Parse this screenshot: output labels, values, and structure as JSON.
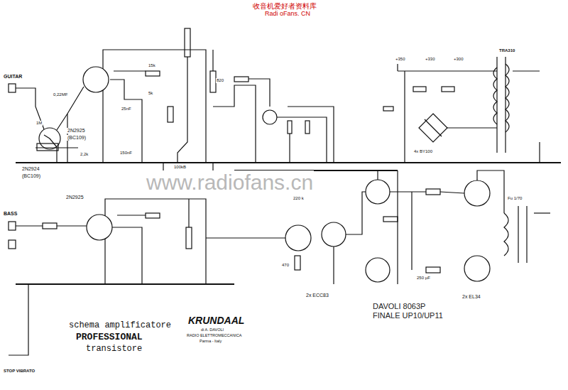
{
  "diagram": {
    "labels": [
      "收音机爱好者资料库",
      "Radi oFans. CN",
      "www.radiofans.cn",
      "GUITAR",
      "BASS",
      "STOP VIBRATO",
      "2N2924",
      "(BC109)",
      "2N2925",
      "(BC109)",
      "2N2925",
      "0,22MF",
      "25nF",
      "15k",
      "5k",
      "150nF",
      "1M",
      "2,2k",
      "100kB",
      "820",
      "+350",
      "+330",
      "+300",
      "4x BY100",
      "TRA310",
      "2x ECC83",
      "2x EL34",
      "schema amplificatore",
      "PROFESSIONAL",
      "transistore",
      "KRUNDAAL",
      "di A. DAVOLI",
      "RADIO ELETTROMECCANICA",
      "Parma - Italy",
      "DAVOLI 8063P",
      "FINALE UP10/UP11",
      "220 k",
      "470",
      "250 µF",
      "Fu 1/70"
    ]
  }
}
